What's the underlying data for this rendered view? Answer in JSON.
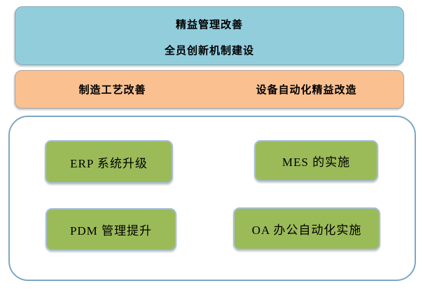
{
  "colors": {
    "blue_fill": "#92CDDC",
    "blue_border": "#85A8B6",
    "orange_fill": "#FAC090",
    "orange_border": "#A8A8A8",
    "green_fill": "#9BBB59",
    "green_border": "#A6BED4",
    "container_border": "#7DA7C4",
    "text_color": "#000000"
  },
  "top_box": {
    "lines": {
      "0": "精益管理改善",
      "1": "全员创新机制建设"
    }
  },
  "middle_box": {
    "items": {
      "0": "制造工艺改善",
      "1": "设备自动化精益改造"
    }
  },
  "container_boxes": {
    "erp": {
      "label": "ERP 系统升级"
    },
    "mes": {
      "label": "MES 的实施"
    },
    "pdm": {
      "label": "PDM 管理提升"
    },
    "oa": {
      "label": "OA 办公自动化实施"
    }
  }
}
